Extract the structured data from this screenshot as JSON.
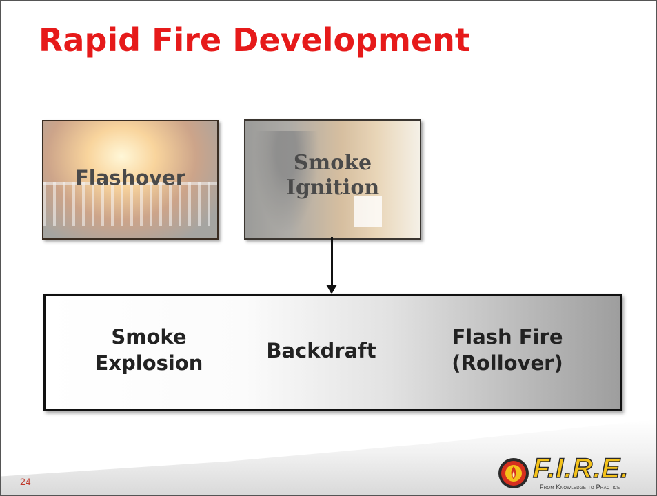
{
  "slide": {
    "title": "Rapid Fire Development",
    "page_number": "24"
  },
  "images": [
    {
      "label": "Flashover"
    },
    {
      "label_line1": "Smoke",
      "label_line2": "Ignition"
    }
  ],
  "box": {
    "terms": [
      {
        "line1": "Smoke",
        "line2": "Explosion"
      },
      {
        "line1": "Backdraft"
      },
      {
        "line1": "Flash Fire",
        "line2": "(Rollover)"
      }
    ]
  },
  "logo": {
    "name": "F.I.R.E.",
    "tagline": "From Knowledge to Practice",
    "colors": {
      "gold": "#f4c21a",
      "red": "#d62f1f",
      "outline": "#2a2a2a"
    }
  },
  "colors": {
    "title": "#e61a1a",
    "page_number": "#c0392b"
  }
}
